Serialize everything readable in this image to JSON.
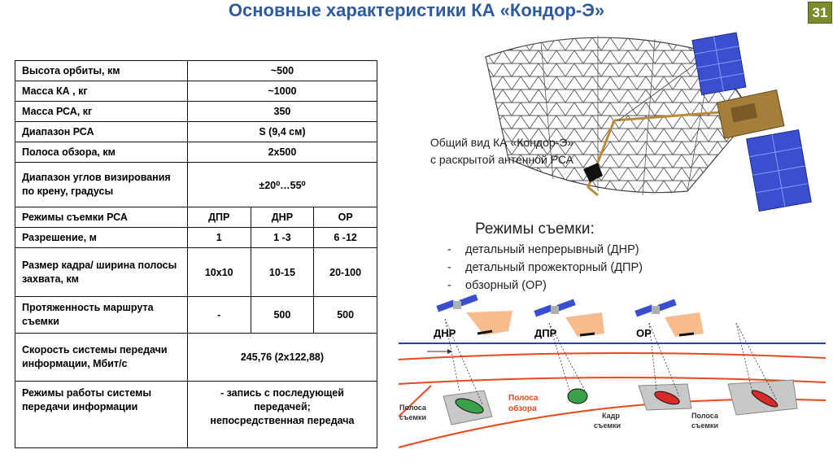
{
  "title": "Основные характеристики КА «Кондор-Э»",
  "page_number": "31",
  "table": {
    "rows": {
      "orbit": {
        "label": "Высота орбиты, км",
        "value": "~500"
      },
      "mass": {
        "label": "Масса КА , кг",
        "value": "~1000"
      },
      "sar_mass": {
        "label": "Масса РСА, кг",
        "value": "350"
      },
      "band": {
        "label": "Диапазон РСА",
        "value": "S (9,4 см)"
      },
      "swath": {
        "label": "Полоса обзора, км",
        "value": "2х500"
      },
      "angles": {
        "label": "Диапазон  углов визирования по крену,  градусы",
        "value": "±20⁰…55⁰"
      },
      "modes": {
        "label": "Режимы  съемки РСА",
        "values": [
          "ДПР",
          "ДНР",
          "ОР"
        ]
      },
      "resolution": {
        "label": "Разрешение, м",
        "values": [
          "1",
          "1 -3",
          "6 -12"
        ]
      },
      "frame": {
        "label": "Размер кадра/ ширина полосы захвата, км",
        "values": [
          "10х10",
          "10-15",
          "20-100"
        ]
      },
      "route": {
        "label": "Протяженность маршрута съемки",
        "values": [
          "-",
          "500",
          "500"
        ]
      },
      "data_rate": {
        "label": "Скорость  системы передачи информации, Мбит/с",
        "value": "245,76 (2х122,88)"
      },
      "transfer": {
        "label": "Режимы работы системы передачи информации",
        "value_lines": [
          "- запись с последующей",
          "передачей;",
          "непосредственная передача"
        ]
      }
    }
  },
  "caption": {
    "line1": "Общий вид КА «Кондор-Э»",
    "line2": "с раскрытой антенной РСА"
  },
  "modes": {
    "title": "Режимы съемки:",
    "items": [
      "детальный непрерывный (ДНР)",
      "детальный прожекторный (ДПР)",
      "обзорный (ОР)"
    ]
  },
  "diagram": {
    "labels": {
      "dnr": "ДНР",
      "dpr": "ДПР",
      "or": "ОР"
    },
    "annotations": {
      "swath_left_1": "Полоса",
      "swath_left_2": "съемки",
      "view_1": "Полоса",
      "view_2": "обзора",
      "frame_1": "Кадр",
      "frame_2": "съемки",
      "swath_right_1": "Полоса",
      "swath_right_2": "съемки"
    }
  },
  "colors": {
    "title": "#2e5b9e",
    "page_badge": "#7e8b2c",
    "red_lines": "#e8491d",
    "blue_line": "#2a3fb5",
    "ground": "#d9d9d9"
  }
}
